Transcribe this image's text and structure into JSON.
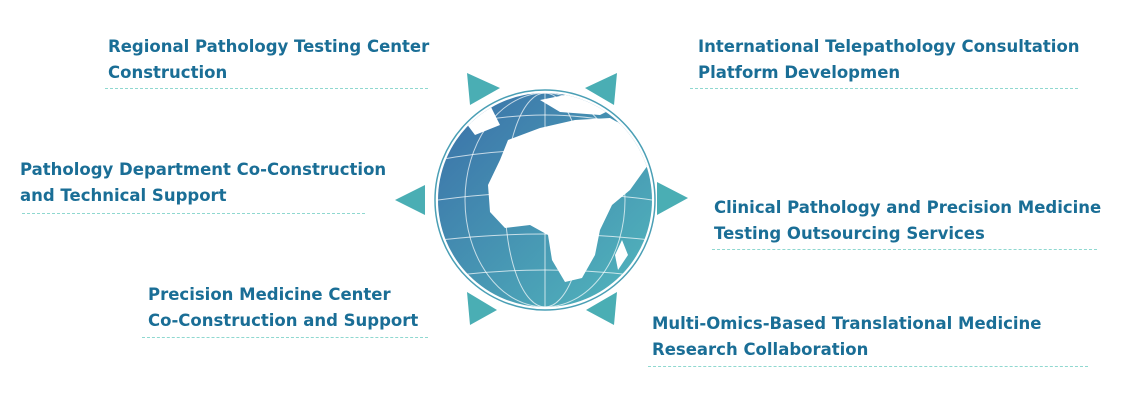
{
  "colors": {
    "text": "#1a6e96",
    "arrow": "#4aaeb4",
    "globe_top": "#3a78ab",
    "globe_bottom": "#4fb4bb",
    "divider": "#8fd8d0"
  },
  "items": [
    {
      "lines": [
        "Regional Pathology Testing Center",
        "Construction"
      ]
    },
    {
      "lines": [
        "International Telepathology Consultation",
        "Platform Developmen"
      ]
    },
    {
      "lines": [
        "Pathology Department Co-Construction",
        "and Technical Support"
      ]
    },
    {
      "lines": [
        "Clinical Pathology and Precision Medicine",
        "Testing Outsourcing Services"
      ]
    },
    {
      "lines": [
        "Precision Medicine Center",
        "Co-Construction and Support"
      ]
    },
    {
      "lines": [
        "Multi-Omics-Based Translational Medicine",
        "Research Collaboration"
      ]
    }
  ],
  "center_icon": "globe-icon"
}
